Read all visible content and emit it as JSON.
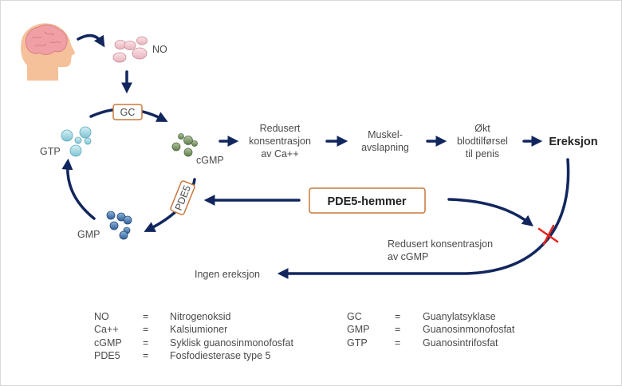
{
  "labels": {
    "no": "NO",
    "gc": "GC",
    "gtp": "GTP",
    "cgmp": "cGMP",
    "gmp": "GMP",
    "pde5": "PDE5",
    "step1": [
      "Redusert",
      "konsentrasjon",
      "av Ca++"
    ],
    "step2": [
      "Muskel-",
      "avslapning"
    ],
    "step3": [
      "Økt",
      "blodtilførsel",
      "til penis"
    ],
    "erection": "Ereksjon",
    "inhibitor": "PDE5-hemmer",
    "reduced_cgmp": [
      "Redusert konsentrasjon",
      "av cGMP"
    ],
    "no_erection": "Ingen ereksjon"
  },
  "legend": {
    "left": [
      {
        "abbr": "NO",
        "eq": "=",
        "desc": "Nitrogenoksid"
      },
      {
        "abbr": "Ca++",
        "eq": "=",
        "desc": "Kalsiumioner"
      },
      {
        "abbr": "cGMP",
        "eq": "=",
        "desc": "Syklisk guanosinmonofosfat"
      },
      {
        "abbr": "PDE5",
        "eq": "=",
        "desc": "Fosfodiesterase type 5"
      }
    ],
    "right": [
      {
        "abbr": "GC",
        "eq": "=",
        "desc": "Guanylatsyklase"
      },
      {
        "abbr": "GMP",
        "eq": "=",
        "desc": "Guanosinmonofosfat"
      },
      {
        "abbr": "GTP",
        "eq": "=",
        "desc": "Guanosintrifosfat"
      }
    ]
  },
  "colors": {
    "arrow": "#12265e",
    "box_border": "#c8783c",
    "cross": "#e0261e",
    "no_molecule": "#f2c8cf",
    "gtp_molecule": "#a8dbe6",
    "cgmp_molecule": "#7f9a68",
    "gmp_molecule": "#4f7fb4",
    "head": "#f5c19a",
    "brain": "#f0a0a4"
  },
  "icons": [
    "head-with-brain-icon",
    "cross-icon"
  ]
}
